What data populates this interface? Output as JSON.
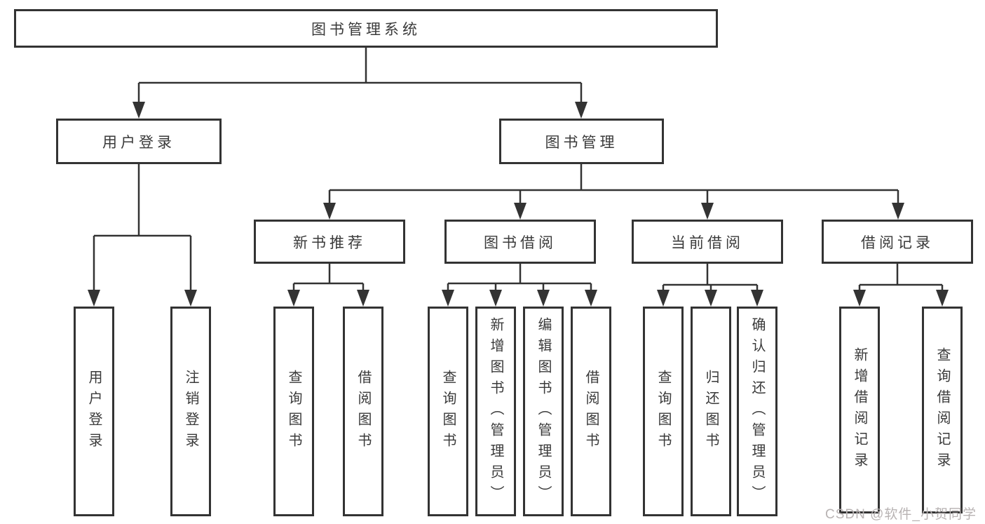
{
  "tree": {
    "root": {
      "label": "图书管理系统"
    },
    "branches": [
      {
        "label": "用户登录",
        "children": [
          {
            "label": "用户登录"
          },
          {
            "label": "注销登录"
          }
        ]
      },
      {
        "label": "图书管理",
        "children": [
          {
            "label": "新书推荐",
            "children": [
              {
                "label": "查询图书"
              },
              {
                "label": "借阅图书"
              }
            ]
          },
          {
            "label": "图书借阅",
            "children": [
              {
                "label": "查询图书"
              },
              {
                "label": "新增图书（管理员）"
              },
              {
                "label": "编辑图书（管理员）"
              },
              {
                "label": "借阅图书"
              }
            ]
          },
          {
            "label": "当前借阅",
            "children": [
              {
                "label": "查询图书"
              },
              {
                "label": "归还图书"
              },
              {
                "label": "确认归还（管理员）"
              }
            ]
          },
          {
            "label": "借阅记录",
            "children": [
              {
                "label": "新增借阅记录"
              },
              {
                "label": "查询借阅记录"
              }
            ]
          }
        ]
      }
    ]
  },
  "watermark": {
    "text": "CSDN @软件_小贺同学"
  },
  "colors": {
    "line": "#333333",
    "text": "#3a3a3a",
    "background": "#ffffff",
    "watermark": "#b8b3b3"
  }
}
